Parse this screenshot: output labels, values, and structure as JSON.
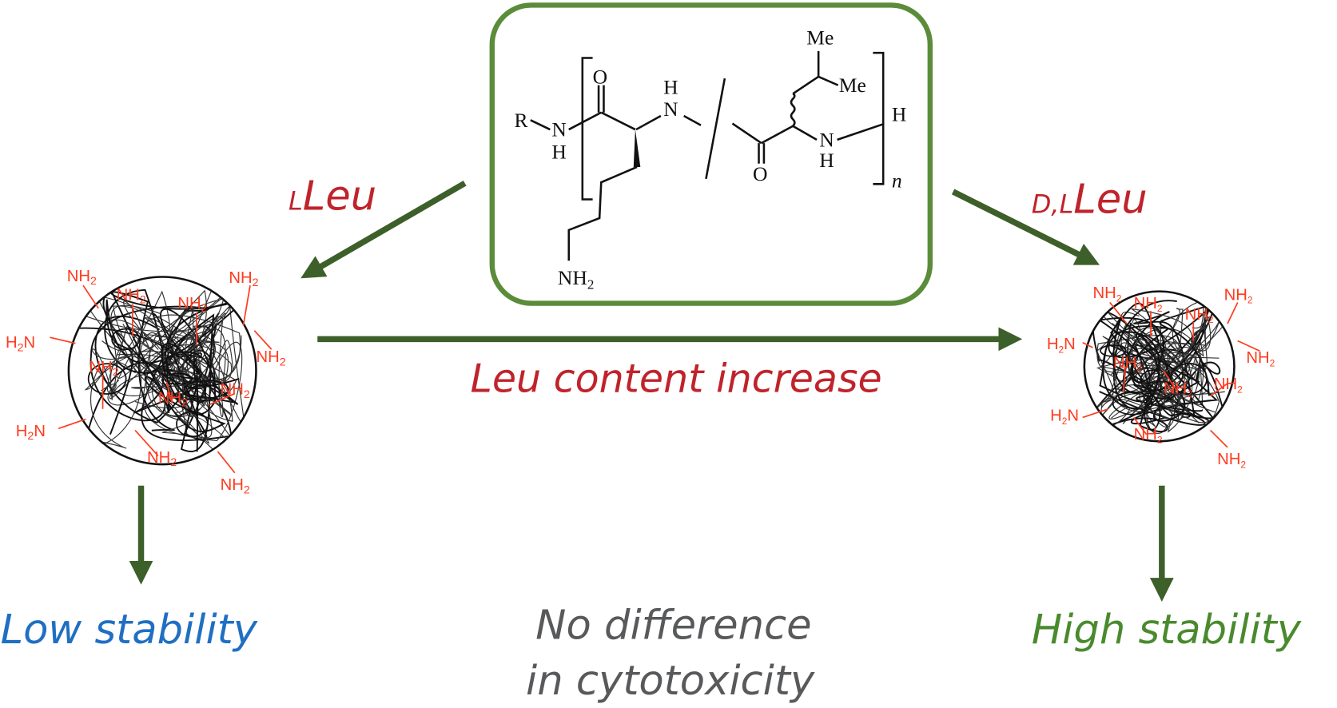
{
  "colors": {
    "arrow": "#3d5f2a",
    "box_border": "#5b8c3a",
    "red_label": "#c0232b",
    "low_stability": "#1f6fc2",
    "neutral": "#58595b",
    "high_stability": "#4a8a2e",
    "amine": "#ff3b1f"
  },
  "structure": {
    "R": "R",
    "N1": "N",
    "H1": "H",
    "O1": "O",
    "N2": "N",
    "H2": "H",
    "O2": "O",
    "N3": "N",
    "H3": "H",
    "H_end": "H",
    "Me1": "Me",
    "Me2": "Me",
    "NH2": "NH",
    "NH2_sub": "2",
    "n": "n"
  },
  "labels": {
    "left_arrow_prefix": "L",
    "left_arrow_main": "Leu",
    "right_arrow_prefix": "D,L",
    "right_arrow_main": "Leu",
    "middle": "Leu content increase",
    "low": "Low stability",
    "neutral_line1": "No difference",
    "neutral_line2": "in cytotoxicity",
    "high": "High stability"
  },
  "amine_labels": {
    "nh2": "NH",
    "h2n_h": "H",
    "h2n_n": "N",
    "sub": "2"
  }
}
